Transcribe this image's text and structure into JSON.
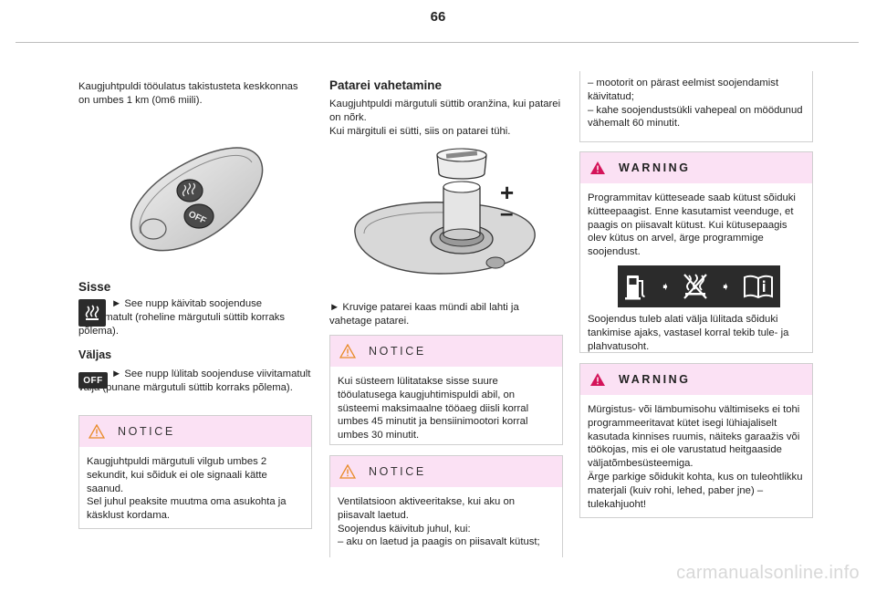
{
  "page_number": "66",
  "col1": {
    "intro": "Kaugjuhtpuldi tööulatus takistusteta keskkonnas on umbes 1 km (0m6 miili).",
    "remote_off_label": "OFF",
    "sisse_heading": "Sisse",
    "sisse_text": "► See nupp käivitab soojenduse viivitamatult (roheline märgutuli süttib korraks põlema).",
    "valjas_heading": "Väljas",
    "off_icon_label": "OFF",
    "valjas_text": "► See nupp lülitab soojenduse viivitamatult välja (punane märgutuli süttib korraks põlema).",
    "notice": {
      "title": "NOTICE",
      "body": "Kaugjuhtpuldi märgutuli vilgub umbes 2 sekundit, kui sõiduk ei ole signaali kätte saanud.\nSel juhul peaksite muutma oma asukohta ja käsklust kordama."
    }
  },
  "col2": {
    "heading": "Patarei vahetamine",
    "intro": "Kaugjuhtpuldi märgutuli süttib oranžina, kui patarei on nõrk.\nKui märgituli ei sütti, siis on patarei tühi.",
    "plus": "+",
    "minus": "–",
    "replace_text": "► Kruvige patarei kaas mündi abil lahti ja vahetage patarei.",
    "notice1": {
      "title": "NOTICE",
      "body": "Kui süsteem lülitatakse sisse suure tööulatusega kaugjuhtimispuldi abil, on süsteemi maksimaalne tööaeg diisli korral umbes 45 minutit ja bensiinimootori korral umbes 30 minutit."
    },
    "notice2": {
      "title": "NOTICE",
      "body": "Ventilatsioon aktiveeritakse, kui aku on piisavalt laetud.\nSoojendus käivitub juhul, kui:\n–  aku on laetud ja paagis on piisavalt kütust;"
    }
  },
  "col3": {
    "cont_text": "–  mootorit on pärast eelmist soojendamist käivitatud;\n–  kahe soojendustsükli vahepeal on möödunud vähemalt 60 minutit.",
    "warning1": {
      "title": "WARNING",
      "body": "Programmitav kütteseade saab kütust sõiduki kütteepaagist. Enne kasutamist veenduge, et paagis on piisavalt kütust. Kui kütusepaagis olev kütus on arvel, ärge programmige soojendust.",
      "body2": "Soojendus tuleb alati välja lülitada sõiduki tankimise ajaks, vastasel korral tekib tule- ja plahvatusoht."
    },
    "warning2": {
      "title": "WARNING",
      "body": "Mürgistus- või lämbumisohu vältimiseks ei tohi programmeeritavat kütet isegi lühiajaliselt kasutada kinnises ruumis, näiteks garaažis või töökojas, mis ei ole varustatud heitgaaside väljatõmbesüsteemiga.\nÄrge parkige sõidukit kohta, kus on tuleohtlikku materjali (kuiv rohi, lehed, paber jne) – tulekahjuoht!"
    }
  },
  "watermark": "carmanualsonline.info",
  "colors": {
    "notice_header": "#fbe1f4",
    "warning_icon": "#d4145a",
    "notice_icon": "#e88a26"
  }
}
